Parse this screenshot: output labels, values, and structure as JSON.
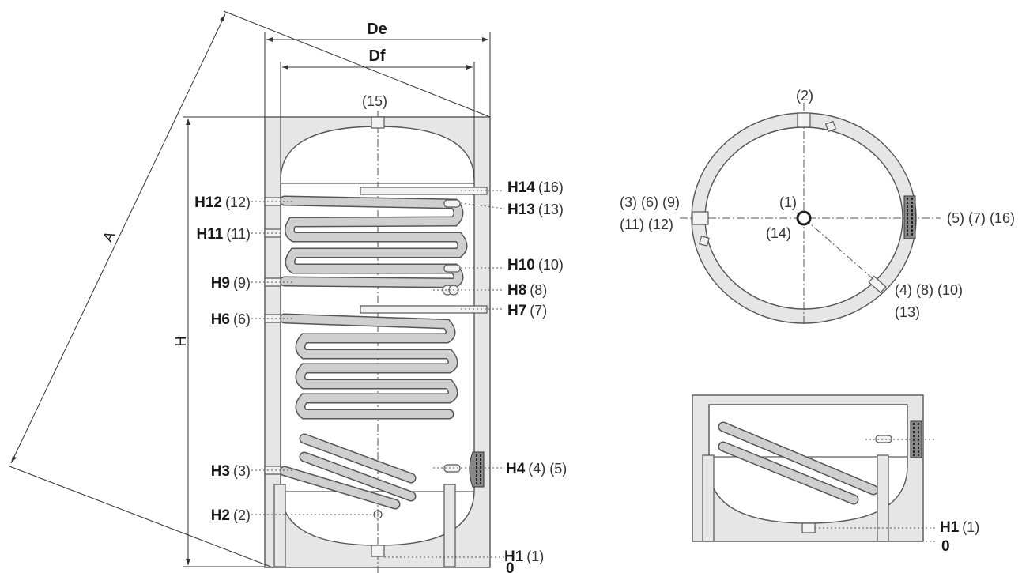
{
  "dimensions": {
    "A": "A",
    "De": "De",
    "Df": "Df",
    "H": "H"
  },
  "side_view": {
    "top_connection": "(15)",
    "left": [
      {
        "code": "H12",
        "num": "(12)"
      },
      {
        "code": "H11",
        "num": "(11)"
      },
      {
        "code": "H9",
        "num": "(9)"
      },
      {
        "code": "H6",
        "num": "(6)"
      },
      {
        "code": "H3",
        "num": "(3)"
      },
      {
        "code": "H2",
        "num": "(2)"
      }
    ],
    "right": [
      {
        "code": "H14",
        "num": "(16)"
      },
      {
        "code": "H13",
        "num": "(13)"
      },
      {
        "code": "H10",
        "num": "(10)"
      },
      {
        "code": "H8",
        "num": "(8)"
      },
      {
        "code": "H7",
        "num": "(7)"
      },
      {
        "code": "H4",
        "num": "(4) (5)"
      },
      {
        "code": "H1",
        "num": "(1)"
      }
    ],
    "zero": "0"
  },
  "top_view": {
    "top": "(2)",
    "center": "(1)",
    "center_below": "(14)",
    "left_line1": "(3) (6) (9)",
    "left_line2": "(11) (12)",
    "right": "(5) (7) (16)",
    "diag_line1": "(4) (8) (10)",
    "diag_line2": "(13)"
  },
  "bottom_detail": {
    "code": "H1",
    "num": "(1)",
    "zero": "0"
  }
}
